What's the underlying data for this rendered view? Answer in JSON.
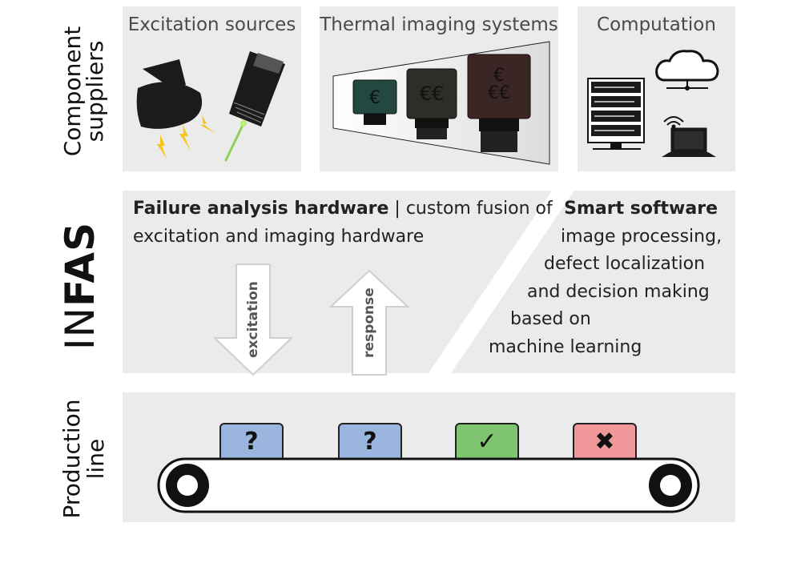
{
  "rows": {
    "component_suppliers": [
      "Component",
      "suppliers"
    ],
    "infas": [
      "IN",
      "FAS"
    ],
    "production_line": [
      "Production",
      "line"
    ]
  },
  "suppliers": {
    "excitation_title": "Excitation sources",
    "thermal_title": "Thermal imaging systems",
    "computation_title": "Computation",
    "camera_prices": [
      "€",
      "€€",
      "€\n€€"
    ]
  },
  "infas": {
    "hardware_bold": "Failure analysis hardware",
    "hardware_rest": " | custom fusion of",
    "hardware_line2": "excitation and imaging hardware",
    "arrow_excitation": "excitation",
    "arrow_response": "response",
    "software_bold": "Smart software",
    "software_lines": [
      "image processing,",
      "defect localization",
      "and decision making",
      "based on",
      "machine learning"
    ]
  },
  "production": {
    "boxes": [
      {
        "symbol": "?",
        "color": "#9ab5de"
      },
      {
        "symbol": "?",
        "color": "#9ab5de"
      },
      {
        "symbol": "✓",
        "color": "#7fc46e"
      },
      {
        "symbol": "✖",
        "color": "#f0979a"
      }
    ]
  }
}
